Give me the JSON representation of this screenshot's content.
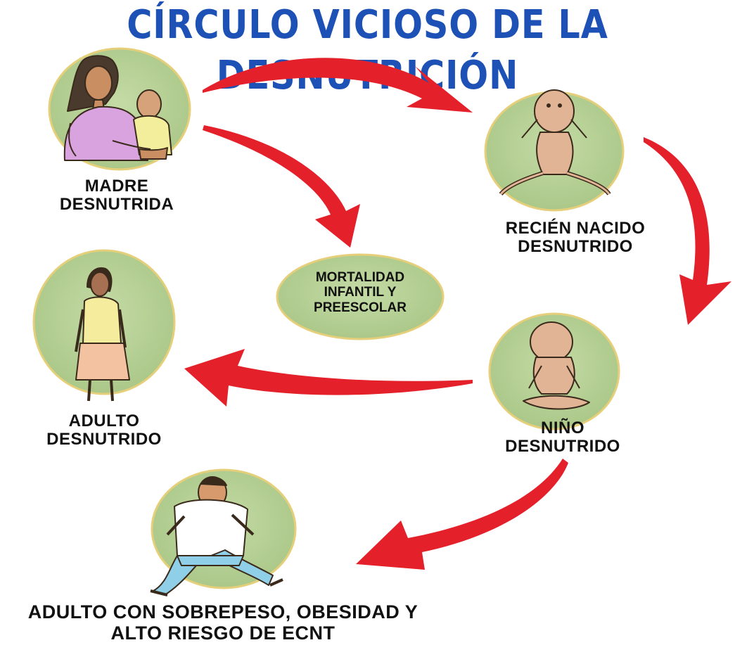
{
  "title": "CÍRCULO VICIOSO DE LA DESNUTRICIÓN",
  "nodes": {
    "mother": {
      "line1": "MADRE",
      "line2": "DESNUTRIDA",
      "icon": "mother-holding-child-illustration"
    },
    "newborn": {
      "line1": "RECIÉN NACIDO",
      "line2": "DESNUTRIDO",
      "icon": "newborn-illustration"
    },
    "child": {
      "line1": "NIÑO",
      "line2": "DESNUTRIDO",
      "icon": "sitting-child-illustration"
    },
    "adult": {
      "line1": "ADULTO",
      "line2": "DESNUTRIDO",
      "icon": "standing-woman-illustration"
    },
    "obese_adult": {
      "line1": "ADULTO CON SOBREPESO, OBESIDAD Y",
      "line2": "ALTO RIESGO DE ECNT",
      "icon": "running-man-illustration"
    }
  },
  "mortality": {
    "line1": "MORTALIDAD",
    "line2": "INFANTIL Y",
    "line3": "PREESCOLAR"
  },
  "colors": {
    "title": "#1d51b5",
    "arrow": "#e4202a",
    "bubble": "#b7d198",
    "bubble_stroke": "#e6cf7a",
    "text": "#111111"
  }
}
